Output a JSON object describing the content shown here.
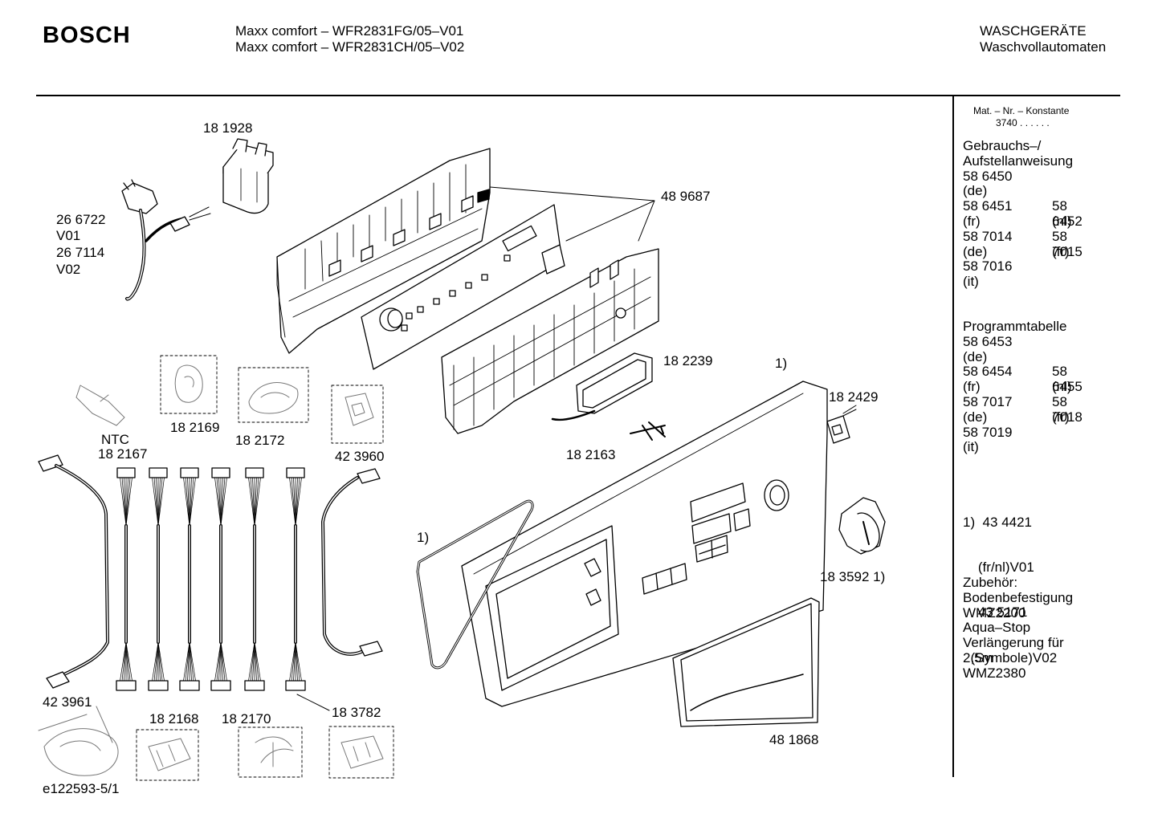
{
  "header": {
    "brand": "BOSCH",
    "model_lines": [
      "Maxx comfort – WFR2831FG/05–V01",
      "Maxx comfort – WFR2831CH/05–V02"
    ],
    "category_lines": [
      "WASCHGERÄTE",
      "Waschvollautomaten"
    ]
  },
  "sidebar": {
    "mat_label": "Mat. – Nr. – Konstante",
    "mat_value": "3740  .  .  .  .  .  .",
    "blocks": [
      {
        "rows": [
          [
            "Gebrauchs–/",
            ""
          ],
          [
            "Aufstellanweisung",
            ""
          ],
          [
            "58 6450",
            ""
          ],
          [
            "(de)",
            ""
          ],
          [
            "58 6451",
            "58 6452"
          ],
          [
            "(fr)",
            "(nl)"
          ],
          [
            "58 7014",
            "58 7015"
          ],
          [
            "(de)",
            "(fr)"
          ],
          [
            "58 7016",
            ""
          ],
          [
            "(it)",
            ""
          ]
        ]
      },
      {
        "rows": [
          [
            "Programmtabelle",
            ""
          ],
          [
            "58 6453",
            ""
          ],
          [
            "(de)",
            ""
          ],
          [
            "58 6454",
            "58 6455"
          ],
          [
            "(fr)",
            "(nl)"
          ],
          [
            "58 7017",
            "58 7018"
          ],
          [
            "(de)",
            "(fr)"
          ],
          [
            "58 7019",
            ""
          ],
          [
            "(it)",
            ""
          ]
        ]
      },
      {
        "rows": [
          [
            "1)  43 4421",
            ""
          ],
          [
            "    (fr/nl)V01",
            ""
          ],
          [
            "    43 5171",
            ""
          ],
          [
            "  (Symbole)V02",
            ""
          ]
        ]
      },
      {
        "rows": [
          [
            "Zubehör:",
            ""
          ],
          [
            "Bodenbefestigung",
            ""
          ],
          [
            "WMZ2200",
            ""
          ],
          [
            "Aqua–Stop",
            ""
          ],
          [
            "Verlängerung für",
            ""
          ],
          [
            "2,5m",
            ""
          ],
          [
            "WMZ2380",
            ""
          ]
        ]
      }
    ]
  },
  "parts": {
    "p181928": "18 1928",
    "p266722": "26 6722",
    "v01": "V01",
    "p267114": "26 7114",
    "v02": "V02",
    "p489687": "48 9687",
    "p182239": "18 2239",
    "note1_top": "1)",
    "p182429": "18 2429",
    "p182163": "18 2163",
    "ntc": "NTC",
    "p182167": "18 2167",
    "p182169": "18 2169",
    "p182172": "18 2172",
    "p423960": "42 3960",
    "note1_left": "1)",
    "p183592": "18 3592 1)",
    "p423961": "42 3961",
    "p182168": "18 2168",
    "p182170": "18 2170",
    "p183782": "18 3782",
    "p481868": "48 1868"
  },
  "footer": {
    "code": "e122593-5/1"
  }
}
